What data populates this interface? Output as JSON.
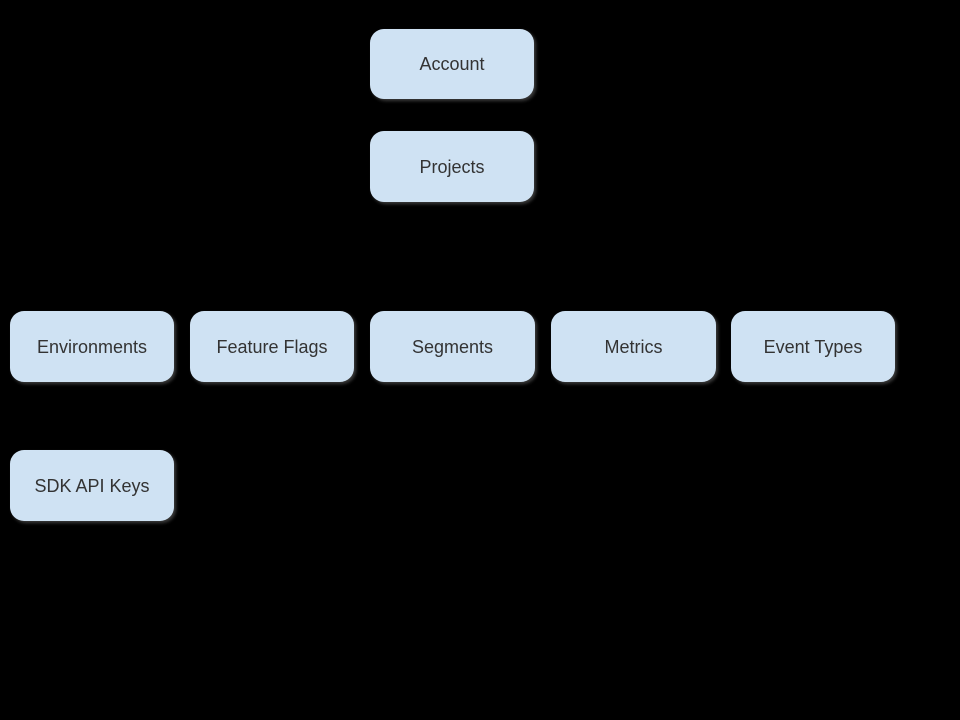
{
  "diagram": {
    "colors": {
      "background": "#000000",
      "node_fill": "#cfe2f3",
      "node_text": "#333333"
    },
    "nodes": {
      "account": {
        "label": "Account"
      },
      "projects": {
        "label": "Projects"
      },
      "environments": {
        "label": "Environments"
      },
      "feature_flags": {
        "label": "Feature Flags"
      },
      "segments": {
        "label": "Segments"
      },
      "metrics": {
        "label": "Metrics"
      },
      "event_types": {
        "label": "Event Types"
      },
      "sdk_api_keys": {
        "label": "SDK API Keys"
      }
    }
  }
}
